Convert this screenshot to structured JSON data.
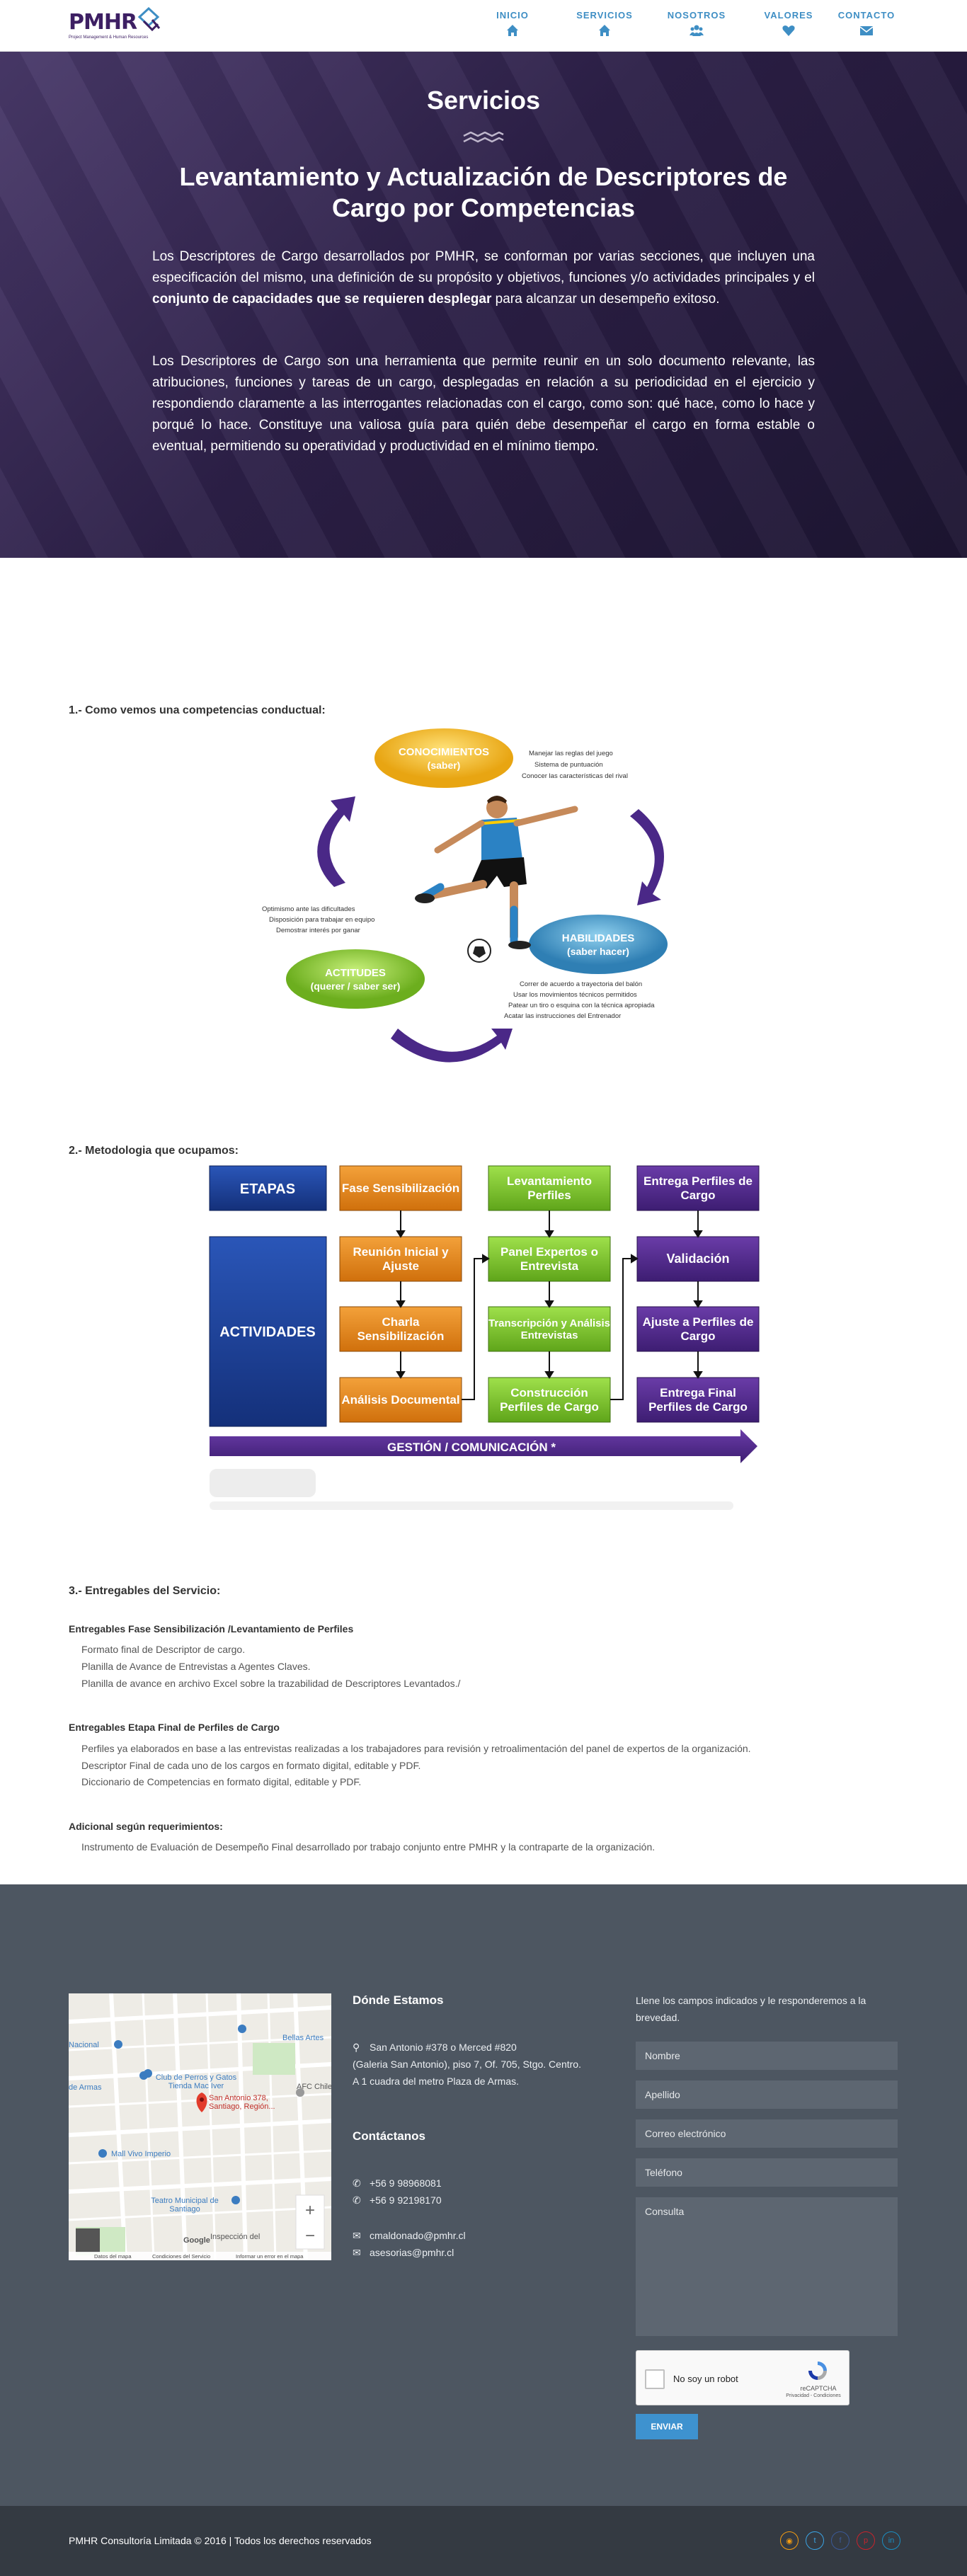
{
  "brand": {
    "name": "PMHR",
    "tagline": "Project Management & Human Resources"
  },
  "nav": [
    {
      "label": "INICIO",
      "icon": "home-icon"
    },
    {
      "label": "SERVICIOS",
      "icon": "home-icon"
    },
    {
      "label": "NOSOTROS",
      "icon": "users-icon"
    },
    {
      "label": "VALORES",
      "icon": "heart-icon"
    },
    {
      "label": "CONTACTO",
      "icon": "envelope-icon"
    }
  ],
  "hero": {
    "title": "Servicios",
    "subtitle": "Levantamiento y Actualización de Descriptores de Cargo por Competencias",
    "p1_a": "Los Descriptores de Cargo desarrollados por PMHR, se conforman por varias secciones, que incluyen una especificación del mismo, una definición de su propósito y objetivos, funciones y/o actividades principales y el ",
    "p1_b": "conjunto de capacidades que se requieren desplegar",
    "p1_c": " para alcanzar un desempeño exitoso.",
    "p2": "Los Descriptores de Cargo son una herramienta que permite reunir en un solo documento relevante, las atribuciones, funciones y tareas de un cargo, desplegadas en relación a su periodicidad en el ejercicio y respondiendo claramente a las interrogantes relacionadas con el cargo, como son: qué hace, como lo hace y porqué lo hace. Constituye una valiosa guía para quién debe desempeñar el cargo en forma estable o eventual, permitiendo su operatividad y productividad en el mínimo tiempo."
  },
  "section1": {
    "heading": "1.- Como vemos una competencias conductual:",
    "conocimientos": {
      "title": "CONOCIMIENTOS",
      "sub": "(saber)",
      "items": [
        "Manejar las reglas del juego",
        "Sistema de puntuación",
        "Conocer las características del rival"
      ]
    },
    "habilidades": {
      "title": "HABILIDADES",
      "sub": "(saber hacer)",
      "items": [
        "Correr de acuerdo a trayectoria del balón",
        "Usar los movimientos técnicos permitidos",
        "Patear un tiro o esquina con la técnica apropiada",
        "Acatar las instrucciones del Entrenador"
      ]
    },
    "actitudes": {
      "title": "ACTITUDES",
      "sub": "(querer / saber ser)",
      "items": [
        "Optimismo ante las dificultades",
        "Disposición para trabajar en equipo",
        "Demostrar interés por ganar"
      ]
    }
  },
  "section2": {
    "heading": "2.- Metodologia que ocupamos:",
    "etapas": "ETAPAS",
    "actividades": "ACTIVIDADES",
    "col1_head": "Fase Sensibilización",
    "col1": [
      "Reunión Inicial y Ajuste",
      "Charla Sensibilización",
      "Análisis Documental"
    ],
    "col2_head": "Levantamiento Perfiles",
    "col2": [
      "Panel Expertos o Entrevista",
      "Transcripción y Análisis Entrevistas",
      "Construcción Perfiles de Cargo"
    ],
    "col3_head": "Entrega Perfiles de Cargo",
    "col3": [
      "Validación",
      "Ajuste a Perfiles de Cargo",
      "Entrega Final Perfiles de Cargo"
    ],
    "arrow": "GESTIÓN / COMUNICACIÓN *"
  },
  "section3": {
    "heading": "3.- Entregables del Servicio:",
    "groups": [
      {
        "title": "Entregables Fase Sensibilización /Levantamiento de Perfiles",
        "items": [
          "Formato final de Descriptor de cargo.",
          "Planilla de Avance de Entrevistas a Agentes Claves.",
          "Planilla de avance en archivo Excel sobre la trazabilidad de Descriptores Levantados./"
        ]
      },
      {
        "title": "Entregables Etapa Final de Perfiles de Cargo",
        "items": [
          "Perfiles ya elaborados en base a las entrevistas realizadas a los trabajadores para revisión y retroalimentación del panel de expertos de la organización.",
          "Descriptor Final de cada uno de los cargos en formato digital, editable y PDF.",
          "Diccionario de Competencias en formato digital, editable y PDF."
        ]
      },
      {
        "title": "Adicional según requerimientos:",
        "items": [
          "Instrumento de Evaluación de Desempeño Final desarrollado por trabajo conjunto entre PMHR y la contraparte de la organización."
        ]
      }
    ]
  },
  "map": {
    "labels": [
      "Bellas Artes",
      "Nacional",
      "AFC Chile",
      "Club de Perros y Gatos Tienda Mac Iver",
      "de Armas",
      "Mall Vivo Imperio",
      "Teatro Municipal de Santiago",
      "Google",
      "Inspección del",
      "Datos del mapa",
      "Condiciones del Servicio",
      "Informar un error en el mapa"
    ],
    "pin": "San Antonio 378, Santiago, Región...",
    "zoom_in": "+",
    "zoom_out": "−"
  },
  "footer": {
    "where_title": "Dónde Estamos",
    "address": [
      "San Antonio #378 o Merced #820",
      "(Galeria San Antonio), piso 7, Of. 705, Stgo. Centro.",
      "A 1 cuadra del metro Plaza de Armas."
    ],
    "contact_title": "Contáctanos",
    "phones": [
      "+56 9 98968081",
      "+56 9 92198170"
    ],
    "emails": [
      "cmaldonado@pmhr.cl",
      "asesorias@pmhr.cl"
    ],
    "form_intro": "Llene los campos indicados y le responderemos a la brevedad.",
    "fields": [
      "Nombre",
      "Apellido",
      "Correo electrónico",
      "Teléfono"
    ],
    "textarea": "Consulta",
    "recaptcha": {
      "label": "No soy un robot",
      "brand": "reCAPTCHA",
      "links": "Privacidad - Condiciones"
    },
    "submit": "ENVIAR"
  },
  "bottom": {
    "copyright": "PMHR Consultoría Limitada © 2016 | Todos los derechos reservados",
    "social": [
      {
        "icon": "rss-icon",
        "glyph": "◉",
        "color": "#f39c12"
      },
      {
        "icon": "twitter-icon",
        "glyph": "t",
        "color": "#3aa3e3"
      },
      {
        "icon": "facebook-icon",
        "glyph": "f",
        "color": "#3b5998"
      },
      {
        "icon": "pinterest-icon",
        "glyph": "p",
        "color": "#c8232c"
      },
      {
        "icon": "linkedin-icon",
        "glyph": "in",
        "color": "#1b8ec1"
      }
    ]
  }
}
